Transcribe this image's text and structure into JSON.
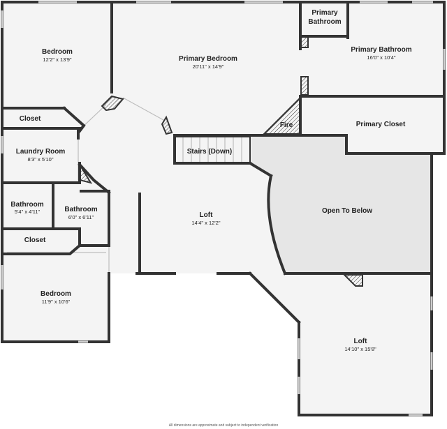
{
  "rooms": {
    "bedroom_nw": {
      "name": "Bedroom",
      "dims": "12'2\" x 13'9\""
    },
    "primary_bedroom": {
      "name": "Primary Bedroom",
      "dims": "20'11\" x 14'9\""
    },
    "primary_bath_small": {
      "name_line1": "Primary",
      "name_line2": "Bathroom"
    },
    "primary_bathroom": {
      "name": "Primary Bathroom",
      "dims": "16'0\" x 10'4\""
    },
    "closet_nw": {
      "name": "Closet"
    },
    "fire": {
      "name": "Fire"
    },
    "primary_closet": {
      "name": "Primary Closet"
    },
    "laundry": {
      "name": "Laundry Room",
      "dims": "8'3\" x 5'10\""
    },
    "stairs": {
      "name": "Stairs (Down)"
    },
    "bathroom_w": {
      "name": "Bathroom",
      "dims": "5'4\" x 4'11\""
    },
    "bathroom_c": {
      "name": "Bathroom",
      "dims": "6'0\" x 6'11\""
    },
    "loft_main": {
      "name": "Loft",
      "dims": "14'4\" x 12'2\""
    },
    "open_to_below": {
      "name": "Open To Below"
    },
    "closet_sw": {
      "name": "Closet"
    },
    "bedroom_sw": {
      "name": "Bedroom",
      "dims": "11'9\" x 10'6\""
    },
    "loft_se": {
      "name": "Loft",
      "dims": "14'10\" x 15'8\""
    }
  },
  "footer": {
    "disclaimer": "All dimensions are approximate and subject to independent verification"
  },
  "colors": {
    "wall": "#333333",
    "room": "#f4f4f4",
    "open_to_below": "#e6e6e6"
  }
}
